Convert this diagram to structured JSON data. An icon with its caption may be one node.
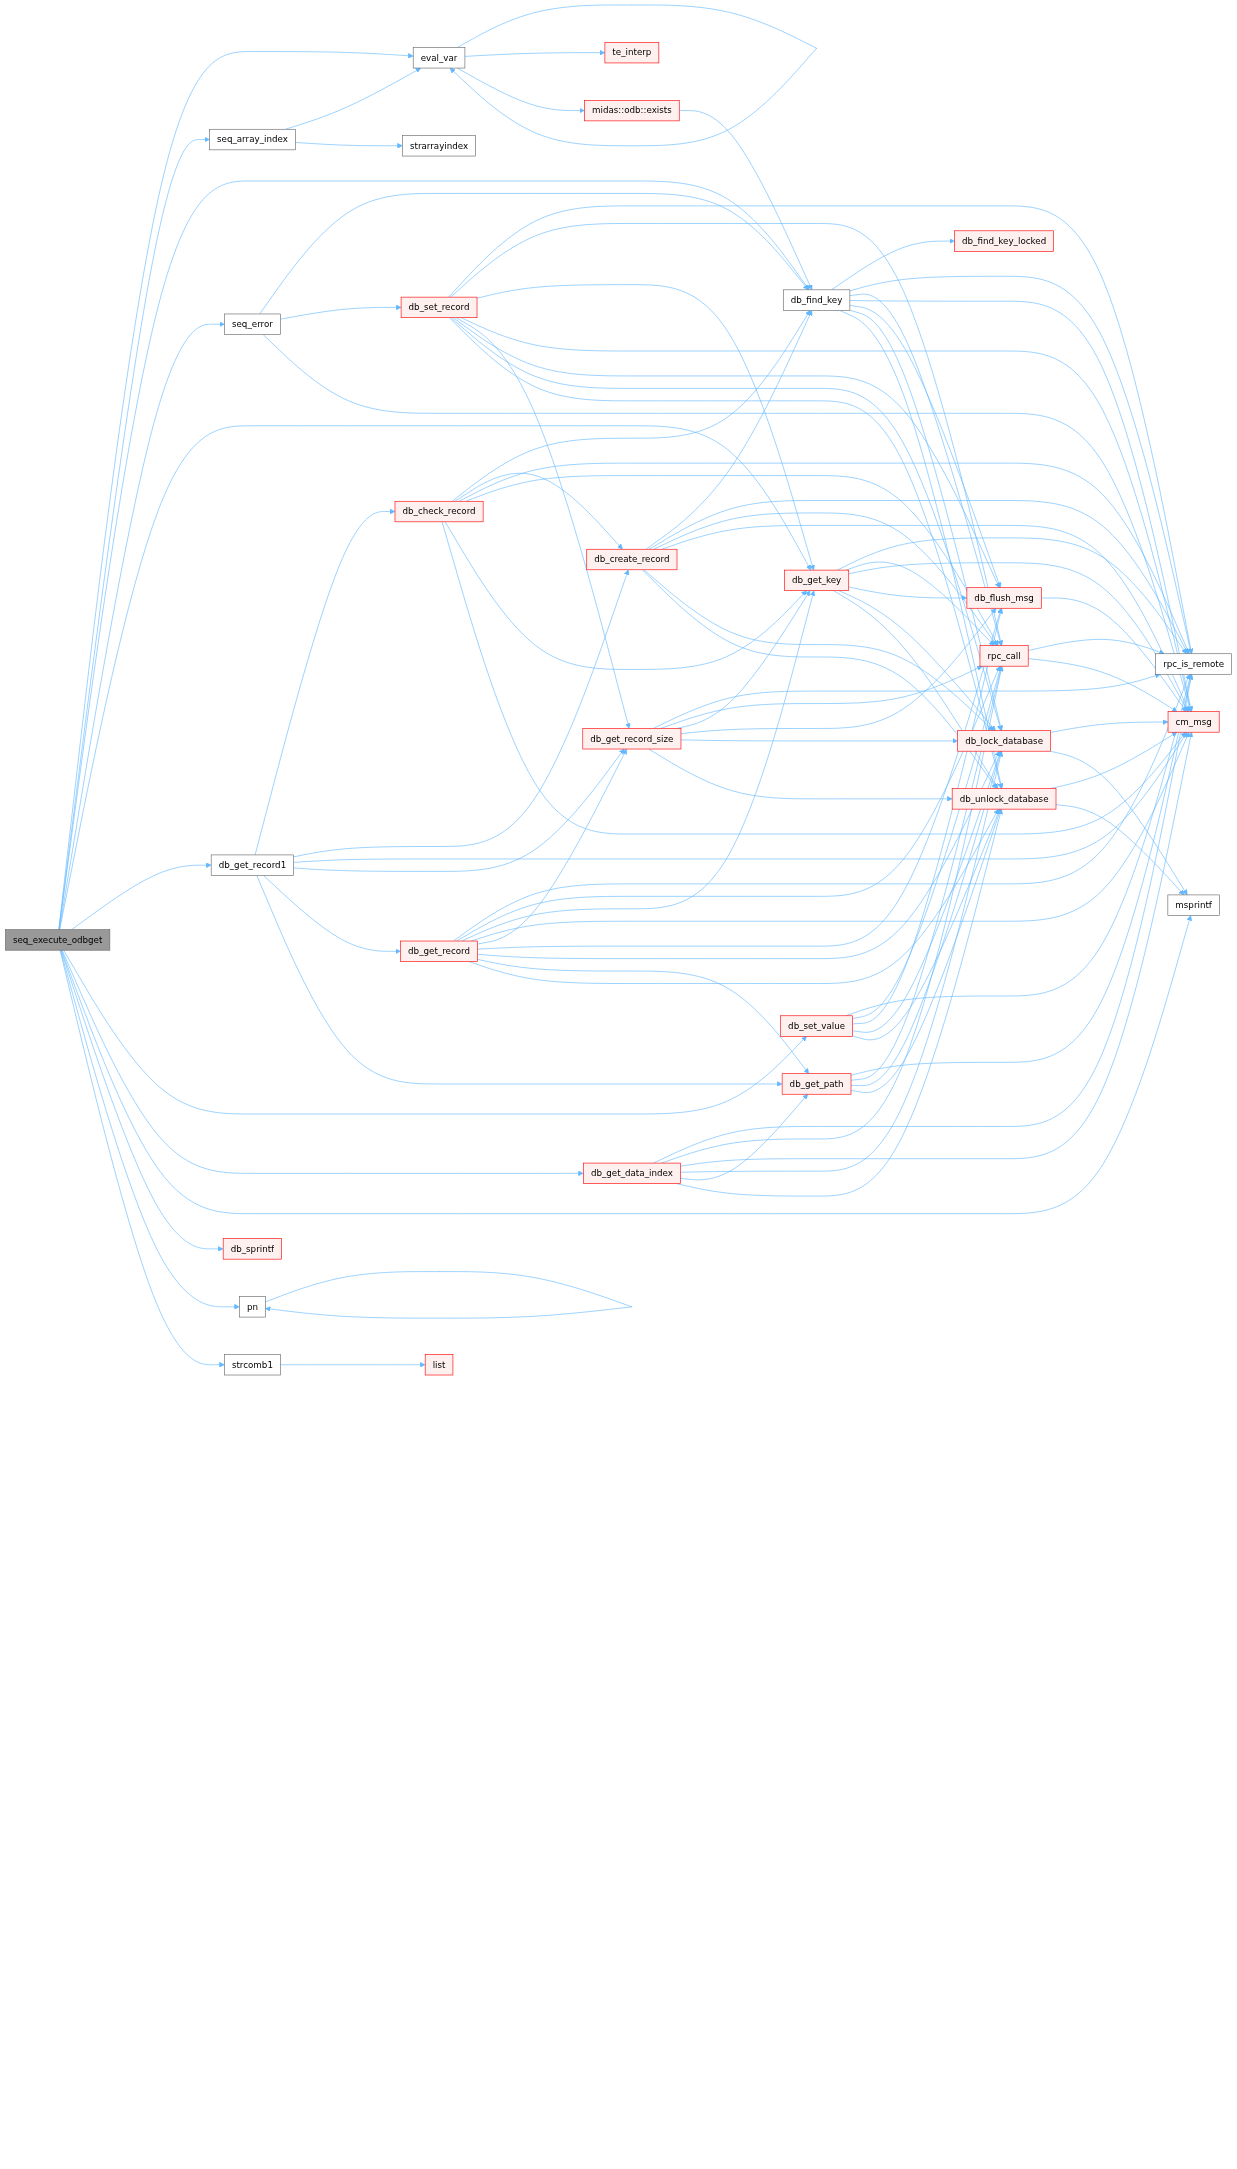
{
  "diagram": {
    "nodes": [
      {
        "text": [
          "eval_var"
        ]
      },
      {
        "text": [
          "te_interp"
        ]
      },
      {
        "text": [
          "seq_array_index"
        ]
      },
      {
        "text": [
          "strarrayindex"
        ]
      },
      {
        "text": [
          "midas::odb::exists"
        ]
      },
      {
        "text": [
          "db_find_key"
        ]
      },
      {
        "text": [
          "db_find_key_locked"
        ]
      },
      {
        "text": [
          "seq_error"
        ]
      },
      {
        "text": [
          "db_check_record"
        ]
      },
      {
        "text": [
          "db_create_record"
        ]
      },
      {
        "text": [
          "rpc_is_remote"
        ]
      },
      {
        "text": [
          "rpc_call"
        ]
      },
      {
        "text": [
          "db_get_key"
        ]
      },
      {
        "text": [
          "db_set_record"
        ]
      },
      {
        "text": [
          "cm_msg"
        ]
      },
      {
        "text": [
          "db_get_record_size"
        ]
      },
      {
        "text": [
          "db_flush_msg"
        ]
      },
      {
        "text": [
          "db_get_record1"
        ]
      },
      {
        "text": [
          "db_get_record"
        ]
      },
      {
        "text": [
          "seq_execute_odbget"
        ]
      },
      {
        "text": [
          "db_set_value"
        ]
      },
      {
        "text": [
          "db_lock_database"
        ]
      },
      {
        "text": [
          "db_get_path"
        ]
      },
      {
        "text": [
          "db_get_data_index"
        ]
      },
      {
        "text": [
          "db_unlock_database"
        ]
      },
      {
        "text": [
          "msprintf"
        ]
      },
      {
        "text": [
          "db_sprintf"
        ]
      },
      {
        "text": [
          "pn"
        ]
      },
      {
        "text": [
          "strcomb1"
        ]
      },
      {
        "text": [
          "list"
        ]
      }
    ],
    "edges": [
      {
        "from": 0,
        "to": 0,
        "arrow": "to"
      },
      {
        "from": 0,
        "to": 1,
        "arrow": "to"
      },
      {
        "from": 0,
        "to": 4,
        "arrow": "to"
      },
      {
        "from": 2,
        "to": 0,
        "arrow": "to"
      },
      {
        "from": 2,
        "to": 3,
        "arrow": "to"
      },
      {
        "from": 4,
        "to": 5,
        "arrow": "to"
      },
      {
        "from": 5,
        "to": 6,
        "arrow": "to"
      },
      {
        "from": 5,
        "to": 10,
        "arrow": "to"
      },
      {
        "from": 5,
        "to": 11,
        "arrow": "to"
      },
      {
        "from": 5,
        "to": 14,
        "arrow": "to"
      },
      {
        "from": 5,
        "to": 16,
        "arrow": "to"
      },
      {
        "from": 5,
        "to": 21,
        "arrow": "to"
      },
      {
        "from": 5,
        "to": 24,
        "arrow": "to"
      },
      {
        "from": 7,
        "to": 5,
        "arrow": "to"
      },
      {
        "from": 7,
        "to": 13,
        "arrow": "to"
      },
      {
        "from": 7,
        "to": 14,
        "arrow": "to"
      },
      {
        "from": 8,
        "to": 5,
        "arrow": "to"
      },
      {
        "from": 8,
        "to": 9,
        "arrow": "to"
      },
      {
        "from": 8,
        "to": 10,
        "arrow": "to"
      },
      {
        "from": 8,
        "to": 11,
        "arrow": "to"
      },
      {
        "from": 8,
        "to": 12,
        "arrow": "to"
      },
      {
        "from": 8,
        "to": 14,
        "arrow": "to"
      },
      {
        "from": 9,
        "to": 5,
        "arrow": "to"
      },
      {
        "from": 9,
        "to": 10,
        "arrow": "to"
      },
      {
        "from": 9,
        "to": 11,
        "arrow": "to"
      },
      {
        "from": 9,
        "to": 14,
        "arrow": "to"
      },
      {
        "from": 9,
        "to": 21,
        "arrow": "to"
      },
      {
        "from": 9,
        "to": 24,
        "arrow": "to"
      },
      {
        "from": 11,
        "to": 10,
        "arrow": "to"
      },
      {
        "from": 11,
        "to": 14,
        "arrow": "to"
      },
      {
        "from": 12,
        "to": 10,
        "arrow": "to"
      },
      {
        "from": 12,
        "to": 11,
        "arrow": "to"
      },
      {
        "from": 12,
        "to": 14,
        "arrow": "to"
      },
      {
        "from": 12,
        "to": 16,
        "arrow": "to"
      },
      {
        "from": 12,
        "to": 21,
        "arrow": "to"
      },
      {
        "from": 12,
        "to": 24,
        "arrow": "to"
      },
      {
        "from": 13,
        "to": 10,
        "arrow": "to"
      },
      {
        "from": 13,
        "to": 11,
        "arrow": "to"
      },
      {
        "from": 13,
        "to": 12,
        "arrow": "to"
      },
      {
        "from": 13,
        "to": 14,
        "arrow": "to"
      },
      {
        "from": 13,
        "to": 15,
        "arrow": "to"
      },
      {
        "from": 13,
        "to": 16,
        "arrow": "to"
      },
      {
        "from": 13,
        "to": 21,
        "arrow": "to"
      },
      {
        "from": 13,
        "to": 24,
        "arrow": "to"
      },
      {
        "from": 15,
        "to": 10,
        "arrow": "to"
      },
      {
        "from": 15,
        "to": 11,
        "arrow": "to"
      },
      {
        "from": 15,
        "to": 12,
        "arrow": "to"
      },
      {
        "from": 15,
        "to": 16,
        "arrow": "to"
      },
      {
        "from": 15,
        "to": 21,
        "arrow": "to"
      },
      {
        "from": 15,
        "to": 24,
        "arrow": "to"
      },
      {
        "from": 16,
        "to": 14,
        "arrow": "to"
      },
      {
        "from": 17,
        "to": 8,
        "arrow": "to"
      },
      {
        "from": 17,
        "to": 9,
        "arrow": "to"
      },
      {
        "from": 17,
        "to": 14,
        "arrow": "to"
      },
      {
        "from": 17,
        "to": 15,
        "arrow": "to"
      },
      {
        "from": 17,
        "to": 18,
        "arrow": "to"
      },
      {
        "from": 17,
        "to": 22,
        "arrow": "to"
      },
      {
        "from": 18,
        "to": 10,
        "arrow": "to"
      },
      {
        "from": 18,
        "to": 11,
        "arrow": "to"
      },
      {
        "from": 18,
        "to": 12,
        "arrow": "to"
      },
      {
        "from": 18,
        "to": 14,
        "arrow": "to"
      },
      {
        "from": 18,
        "to": 15,
        "arrow": "to"
      },
      {
        "from": 18,
        "to": 16,
        "arrow": "to"
      },
      {
        "from": 18,
        "to": 21,
        "arrow": "to"
      },
      {
        "from": 18,
        "to": 22,
        "arrow": "to"
      },
      {
        "from": 18,
        "to": 24,
        "arrow": "to"
      },
      {
        "from": 19,
        "to": 0,
        "arrow": "to"
      },
      {
        "from": 19,
        "to": 2,
        "arrow": "to"
      },
      {
        "from": 19,
        "to": 5,
        "arrow": "to"
      },
      {
        "from": 19,
        "to": 7,
        "arrow": "to"
      },
      {
        "from": 19,
        "to": 12,
        "arrow": "to"
      },
      {
        "from": 19,
        "to": 17,
        "arrow": "to"
      },
      {
        "from": 19,
        "to": 20,
        "arrow": "to"
      },
      {
        "from": 19,
        "to": 23,
        "arrow": "to"
      },
      {
        "from": 19,
        "to": 25,
        "arrow": "to"
      },
      {
        "from": 19,
        "to": 26,
        "arrow": "to"
      },
      {
        "from": 19,
        "to": 27,
        "arrow": "to"
      },
      {
        "from": 19,
        "to": 28,
        "arrow": "to"
      },
      {
        "from": 20,
        "to": 10,
        "arrow": "to"
      },
      {
        "from": 20,
        "to": 11,
        "arrow": "to"
      },
      {
        "from": 20,
        "to": 16,
        "arrow": "to"
      },
      {
        "from": 20,
        "to": 21,
        "arrow": "to"
      },
      {
        "from": 20,
        "to": 24,
        "arrow": "to"
      },
      {
        "from": 21,
        "to": 14,
        "arrow": "to"
      },
      {
        "from": 21,
        "to": 25,
        "arrow": "to"
      },
      {
        "from": 22,
        "to": 10,
        "arrow": "to"
      },
      {
        "from": 22,
        "to": 11,
        "arrow": "to"
      },
      {
        "from": 22,
        "to": 21,
        "arrow": "to"
      },
      {
        "from": 22,
        "to": 24,
        "arrow": "to"
      },
      {
        "from": 23,
        "to": 10,
        "arrow": "to"
      },
      {
        "from": 23,
        "to": 11,
        "arrow": "to"
      },
      {
        "from": 23,
        "to": 14,
        "arrow": "to"
      },
      {
        "from": 23,
        "to": 21,
        "arrow": "to"
      },
      {
        "from": 23,
        "to": 22,
        "arrow": "to"
      },
      {
        "from": 23,
        "to": 24,
        "arrow": "to"
      },
      {
        "from": 24,
        "to": 14,
        "arrow": "to"
      },
      {
        "from": 24,
        "to": 25,
        "arrow": "to"
      },
      {
        "from": 27,
        "to": 27,
        "arrow": "to"
      },
      {
        "from": 28,
        "to": 29,
        "arrow": "to"
      }
    ]
  }
}
